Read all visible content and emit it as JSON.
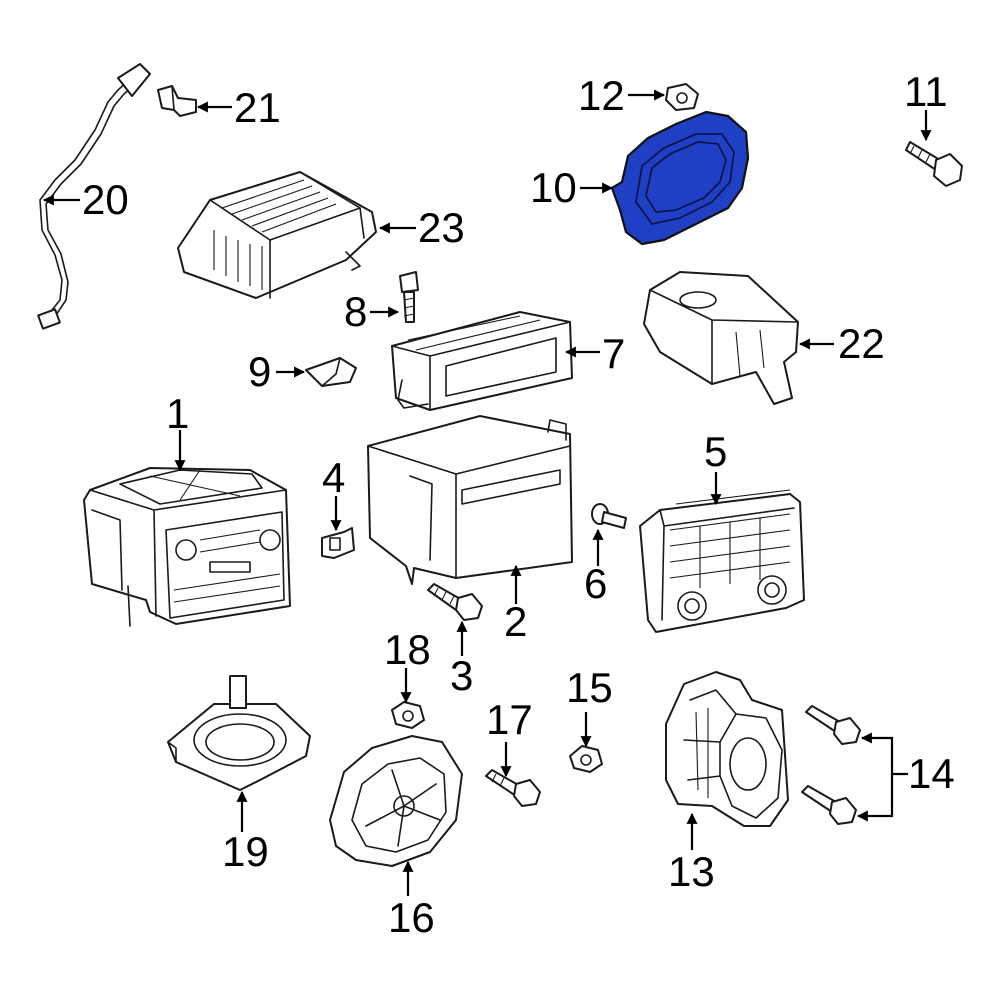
{
  "diagram": {
    "highlight_color": "#1f3fc4",
    "line_color": "#1a1a1a",
    "callouts": [
      {
        "label": "1"
      },
      {
        "label": "2"
      },
      {
        "label": "3"
      },
      {
        "label": "4"
      },
      {
        "label": "5"
      },
      {
        "label": "6"
      },
      {
        "label": "7"
      },
      {
        "label": "8"
      },
      {
        "label": "9"
      },
      {
        "label": "10"
      },
      {
        "label": "11"
      },
      {
        "label": "12"
      },
      {
        "label": "13"
      },
      {
        "label": "14"
      },
      {
        "label": "15"
      },
      {
        "label": "16"
      },
      {
        "label": "17"
      },
      {
        "label": "18"
      },
      {
        "label": "19"
      },
      {
        "label": "20"
      },
      {
        "label": "21"
      },
      {
        "label": "22"
      },
      {
        "label": "23"
      }
    ]
  }
}
